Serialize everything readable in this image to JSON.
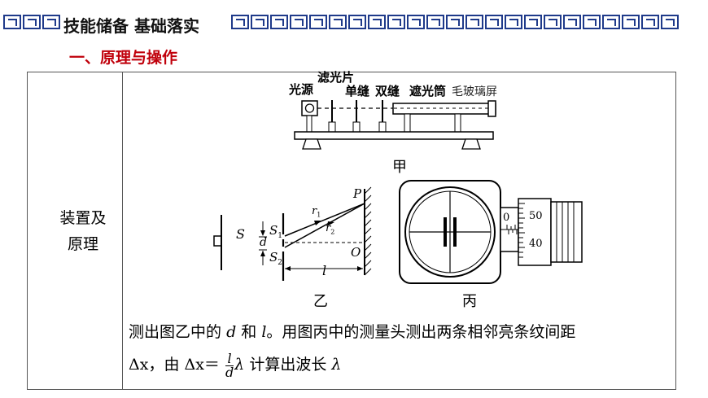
{
  "header": {
    "title": "技能储备 基础落实"
  },
  "section": {
    "title": "一、原理与操作"
  },
  "table": {
    "row_label_line1": "装置及",
    "row_label_line2": "原理"
  },
  "figure_jia": {
    "caption": "甲",
    "labels": {
      "light_source": "光源",
      "filter": "滤光片",
      "single_slit": "单缝",
      "double_slit": "双缝",
      "tube": "遮光筒",
      "screen": "毛玻璃屏"
    }
  },
  "figure_yi": {
    "caption": "乙",
    "labels": {
      "S": "S",
      "S1": "S",
      "S1_sub": "1",
      "S2": "S",
      "S2_sub": "2",
      "d": "d",
      "r1": "r",
      "r1_sub": "1",
      "r2": "r",
      "r2_sub": "2",
      "P": "P",
      "O": "O",
      "l": "l"
    }
  },
  "figure_bing": {
    "caption": "丙",
    "scale": {
      "zero": "0",
      "top": "50",
      "bottom": "40"
    }
  },
  "description": {
    "line1_pre": "测出图乙中的",
    "d": "d",
    "and": "和",
    "l": "l",
    "line1_post": "。用图丙中的测量头测出两条相邻亮条纹间距",
    "dx": "Δx",
    "by": "，由",
    "formula_lhs": "Δx＝",
    "frac_num": "l",
    "frac_den": "d",
    "lambda": "λ",
    "calc": "计算出波长",
    "lambda2": "λ"
  }
}
